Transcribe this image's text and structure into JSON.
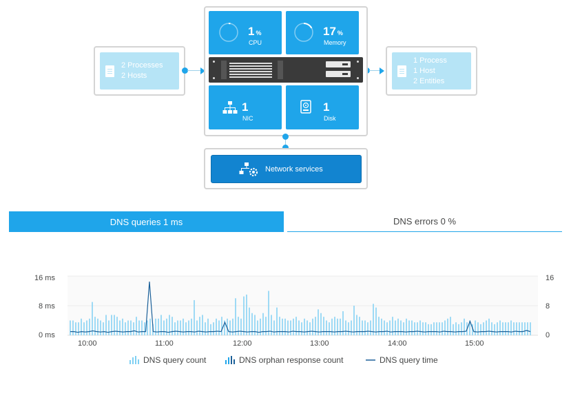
{
  "left_card": {
    "lines": [
      "2 Processes",
      "2 Hosts"
    ]
  },
  "right_card": {
    "lines": [
      "1 Process",
      "1 Host",
      "2 Entities"
    ]
  },
  "cpu": {
    "value": "1",
    "unit": "%",
    "label": "CPU",
    "level": 0.01
  },
  "memory": {
    "value": "17",
    "unit": "%",
    "label": "Memory",
    "level": 0.17
  },
  "nic": {
    "value": "1",
    "label": "NIC"
  },
  "disk": {
    "value": "1",
    "label": "Disk"
  },
  "network_services": {
    "label": "Network services"
  },
  "tabs": [
    {
      "label": "DNS queries 1 ms",
      "active": true
    },
    {
      "label": "DNS errors 0 %",
      "active": false
    }
  ],
  "chart_data": {
    "type": "bar",
    "y_left_ticks": [
      "16 ms",
      "8 ms",
      "0 ms"
    ],
    "y_right_ticks": [
      "16",
      "8",
      "0"
    ],
    "x_ticks": [
      "10:00",
      "11:00",
      "12:00",
      "13:00",
      "14:00",
      "15:00"
    ],
    "ylim": [
      0,
      16
    ],
    "legend": [
      "DNS query count",
      "DNS orphan response count",
      "DNS query time"
    ],
    "series": [
      {
        "name": "DNS query count",
        "kind": "bar",
        "color": "#7fd0f3",
        "values": [
          4,
          4,
          3.5,
          3.5,
          4.5,
          3.5,
          4,
          4.5,
          9,
          5,
          4.5,
          4,
          3.5,
          5.5,
          4,
          5.5,
          5.5,
          5,
          4,
          4.5,
          3.5,
          4,
          4,
          3.5,
          5,
          4,
          4,
          3.5,
          4,
          4.5,
          3,
          4.5,
          4.5,
          5.5,
          4,
          4.5,
          5.5,
          5,
          3.5,
          4,
          4,
          4.5,
          3.5,
          4,
          4.5,
          9.5,
          4,
          5,
          5.5,
          3.5,
          4.5,
          3,
          3.5,
          4.5,
          4,
          5,
          4,
          4.5,
          4,
          4.5,
          10,
          5,
          4.5,
          10.5,
          11,
          7.5,
          6,
          5.5,
          4,
          4.5,
          6,
          5,
          12,
          5.5,
          4,
          7.5,
          5,
          4.5,
          4.5,
          4,
          4,
          4.5,
          5,
          4,
          3.5,
          4.5,
          4,
          3.5,
          4.5,
          5,
          7,
          6,
          5,
          4,
          3.5,
          4.5,
          5,
          4.5,
          4.5,
          6.5,
          4,
          3.5,
          4,
          8,
          5.5,
          5,
          4,
          4,
          3.5,
          4,
          8.5,
          7.5,
          5,
          4.5,
          4,
          3.5,
          4,
          5,
          4,
          4.5,
          4,
          3.5,
          4.5,
          4,
          4,
          3.5,
          3.5,
          4,
          3.5,
          3.5,
          3,
          3,
          3.5,
          3.5,
          3.5,
          3.5,
          4,
          4.5,
          5,
          3,
          3.5,
          3,
          3.5,
          4.5,
          3.5,
          4,
          3,
          4,
          3.5,
          3,
          3.5,
          4,
          4.5,
          3.5,
          3,
          3.5,
          4,
          3.5,
          3.5,
          3.5,
          4,
          3.5,
          3.5,
          3.5,
          3.5,
          3.5,
          3.5,
          3.5
        ]
      },
      {
        "name": "DNS query time",
        "kind": "line",
        "color": "#1a5f98",
        "values": [
          1,
          1,
          0.8,
          1,
          0.9,
          1,
          1.2,
          1,
          0.9,
          1,
          0.8,
          1,
          1.1,
          1,
          0.9,
          1,
          1,
          1.2,
          0.9,
          1,
          1,
          14.5,
          1,
          0.9,
          1,
          1,
          0.8,
          1,
          1.1,
          1,
          0.9,
          1,
          1,
          0.9,
          1.1,
          1,
          0.9,
          1,
          1,
          1.1,
          1,
          3.5,
          1,
          0.9,
          1,
          1.1,
          1,
          0.9,
          1,
          1,
          0.8,
          1,
          1,
          1.1,
          0.9,
          1,
          1,
          1,
          0.9,
          1.1,
          1,
          1,
          0.9,
          1,
          1.1,
          1,
          0.9,
          1,
          1,
          1,
          0.9,
          1,
          1,
          1.1,
          1,
          0.9,
          1,
          1,
          1,
          1.1,
          1,
          0.9,
          1,
          1,
          1.1,
          0.9,
          1,
          1,
          1,
          0.9,
          1,
          1,
          1.1,
          1,
          0.9,
          1,
          1,
          1,
          0.9,
          1.1,
          1,
          1,
          0.9,
          1,
          1,
          1.1,
          3.8,
          1,
          0.9,
          1,
          1,
          1.1,
          1,
          0.9,
          1,
          1,
          1,
          0.9,
          1.1,
          1,
          1,
          1.3,
          1
        ]
      }
    ]
  }
}
